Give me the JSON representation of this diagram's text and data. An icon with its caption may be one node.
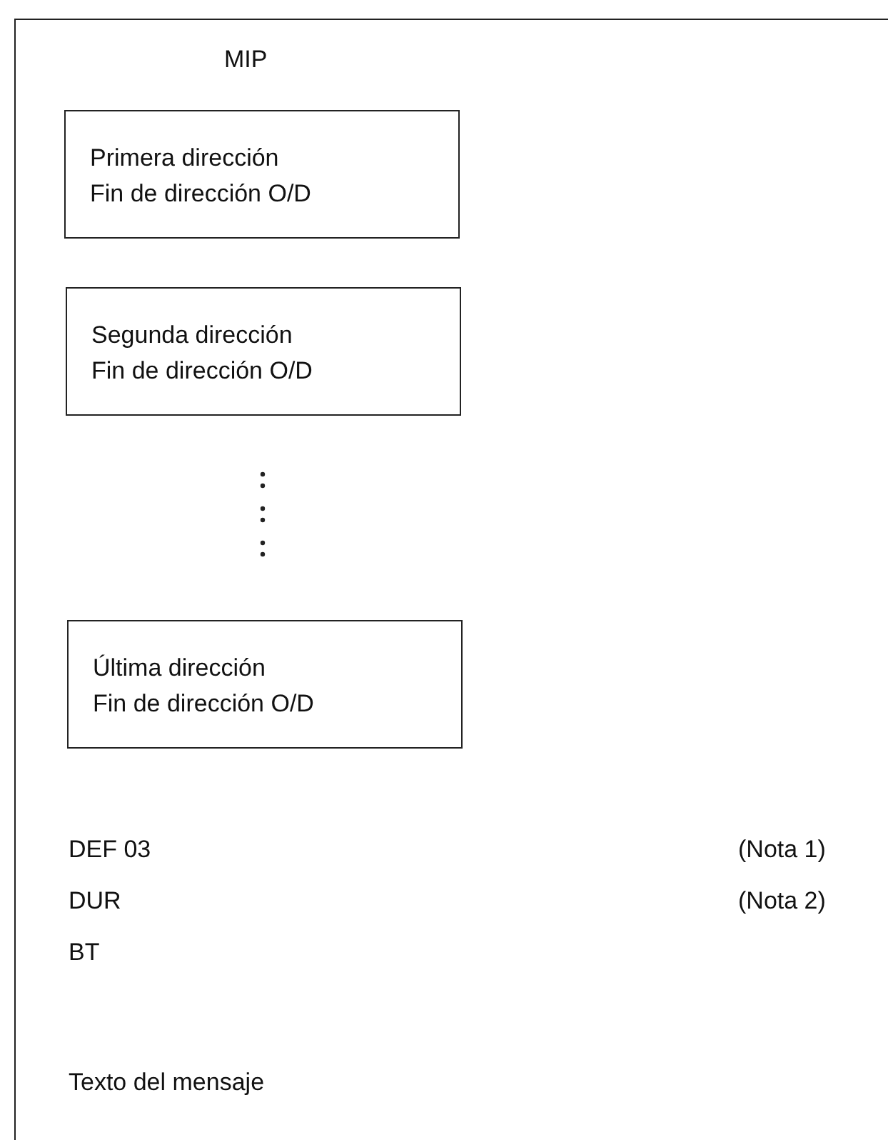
{
  "diagram": {
    "nodes": [
      {
        "text": [
          "MIP"
        ]
      },
      {
        "text": [
          "Primera dirección",
          "Fin de dirección O/D"
        ],
        "in": 0
      },
      {
        "text": [
          "Segunda dirección",
          "Fin de dirección O/D"
        ],
        "in": 0
      },
      {
        "text": [
          "Última dirección",
          "Fin de dirección O/D"
        ],
        "in": 0
      }
    ],
    "labels": [
      "DEF 03",
      "(Nota 1)",
      "DUR",
      "(Nota 2)",
      "BT",
      "Texto del mensaje"
    ]
  }
}
